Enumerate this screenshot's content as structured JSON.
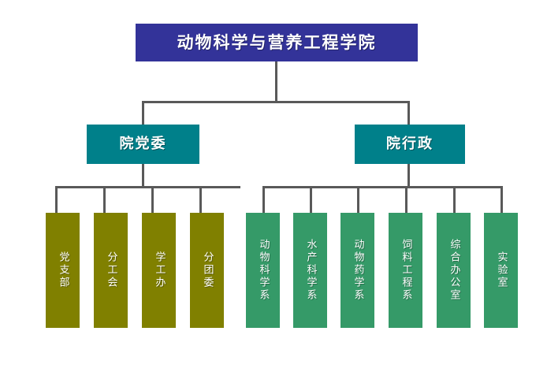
{
  "chart_data": {
    "type": "diagram",
    "diagram_kind": "organizational-chart",
    "title": "动物科学与营养工程学院",
    "orientation": "top-down",
    "levels": 3,
    "palette": {
      "root": "#333399",
      "branch": "#00808A",
      "leaf_party": "#808000",
      "leaf_admin": "#359A68",
      "connector": "#595959",
      "background": "#FFFFFF",
      "text": "#FFFFFF"
    },
    "nodes": [
      {
        "id": "root",
        "label": "动物科学与营养工程学院",
        "level": 1,
        "parent": null,
        "color": "#333399"
      },
      {
        "id": "party",
        "label": "院党委",
        "level": 2,
        "parent": "root",
        "color": "#00808A"
      },
      {
        "id": "admin",
        "label": "院行政",
        "level": 2,
        "parent": "root",
        "color": "#00808A"
      },
      {
        "id": "p1",
        "label": "党支部",
        "level": 3,
        "parent": "party",
        "color": "#808000"
      },
      {
        "id": "p2",
        "label": "分工会",
        "level": 3,
        "parent": "party",
        "color": "#808000"
      },
      {
        "id": "p3",
        "label": "学工办",
        "level": 3,
        "parent": "party",
        "color": "#808000"
      },
      {
        "id": "p4",
        "label": "分团委",
        "level": 3,
        "parent": "party",
        "color": "#808000"
      },
      {
        "id": "a1",
        "label": "动物科学系",
        "level": 3,
        "parent": "admin",
        "color": "#359A68"
      },
      {
        "id": "a2",
        "label": "水产科学系",
        "level": 3,
        "parent": "admin",
        "color": "#359A68"
      },
      {
        "id": "a3",
        "label": "动物药学系",
        "level": 3,
        "parent": "admin",
        "color": "#359A68"
      },
      {
        "id": "a4",
        "label": "饲料工程系",
        "level": 3,
        "parent": "admin",
        "color": "#359A68"
      },
      {
        "id": "a5",
        "label": "综合办公室",
        "level": 3,
        "parent": "admin",
        "color": "#359A68"
      },
      {
        "id": "a6",
        "label": "实验室",
        "level": 3,
        "parent": "admin",
        "color": "#359A68"
      }
    ]
  },
  "root": {
    "label": "动物科学与营养工程学院"
  },
  "branches": [
    {
      "label": "院党委"
    },
    {
      "label": "院行政"
    }
  ],
  "party_units": [
    {
      "label": "党支部"
    },
    {
      "label": "分工会"
    },
    {
      "label": "学工办"
    },
    {
      "label": "分团委"
    }
  ],
  "admin_units": [
    {
      "label": "动物科学系"
    },
    {
      "label": "水产科学系"
    },
    {
      "label": "动物药学系"
    },
    {
      "label": "饲料工程系"
    },
    {
      "label": "综合办公室"
    },
    {
      "label": "实验室"
    }
  ]
}
